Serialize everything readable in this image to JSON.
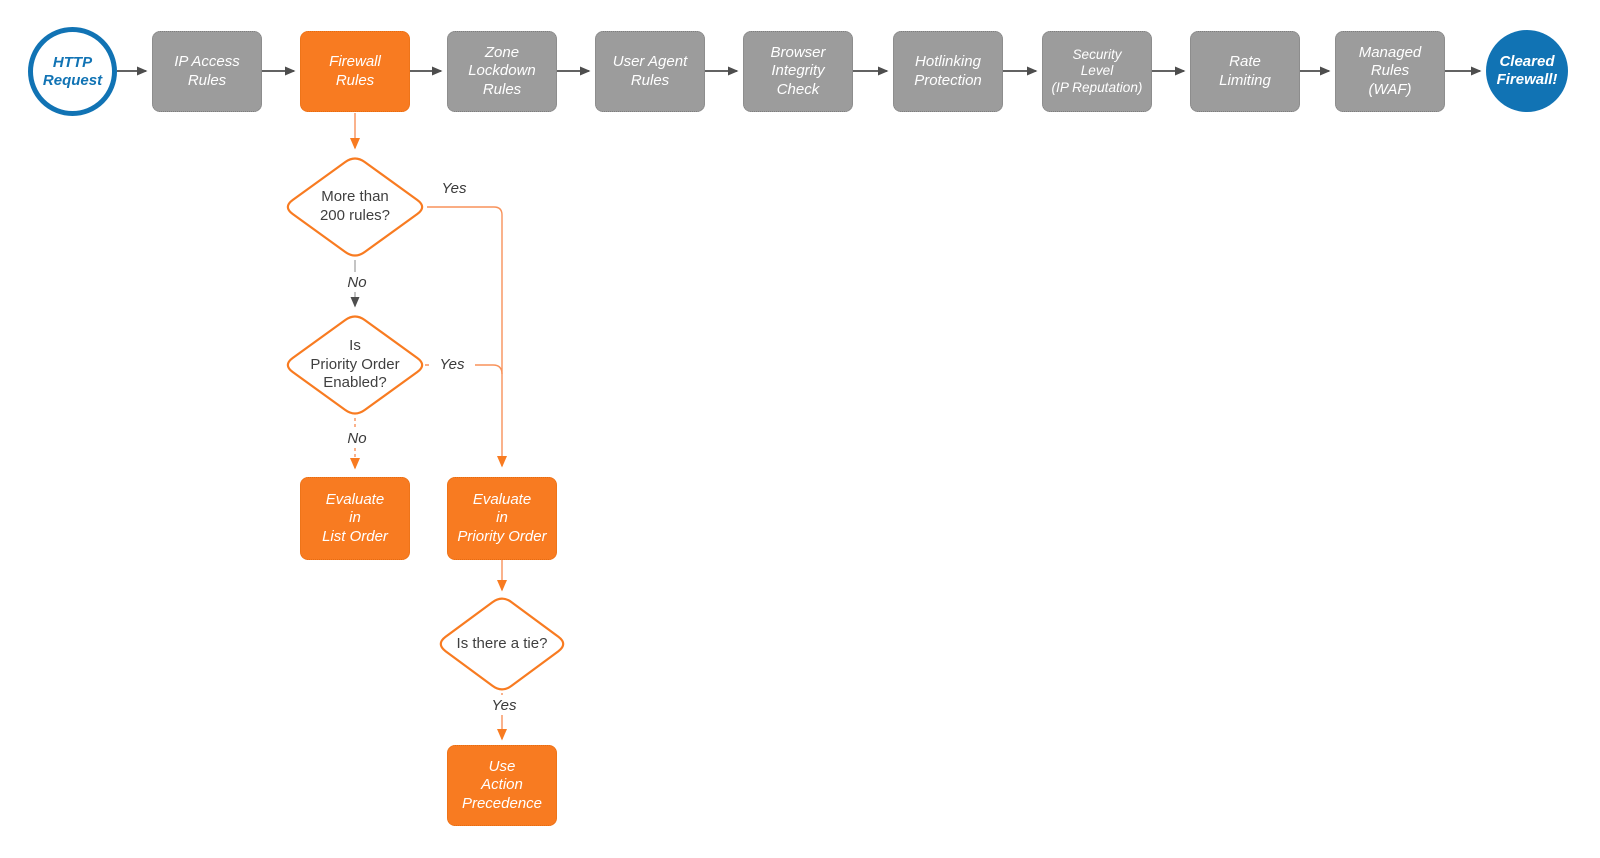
{
  "colors": {
    "accent_orange": "#F87B21",
    "accent_blue": "#1173B4",
    "box_gray": "#9C9C9C",
    "line_gray": "#4D4D4D"
  },
  "flow": {
    "start": "HTTP\nRequest",
    "steps": {
      "ip_access": "IP Access\nRules",
      "firewall": "Firewall\nRules",
      "zone_lockdown": "Zone\nLockdown\nRules",
      "user_agent": "User Agent\nRules",
      "browser_integrity": "Browser\nIntegrity\nCheck",
      "hotlinking": "Hotlinking\nProtection",
      "security_level": "Security\nLevel\n(IP Reputation)",
      "rate_limiting": "Rate\nLimiting",
      "managed_rules": "Managed\nRules\n(WAF)"
    },
    "end": "Cleared\nFirewall!"
  },
  "decisions": {
    "more_than_200": "More than\n200 rules?",
    "priority_enabled": "Is\nPriority Order\nEnabled?",
    "tie": "Is there a tie?"
  },
  "actions": {
    "list_order": "Evaluate\nin\nList Order",
    "priority_order": "Evaluate\nin\nPriority Order",
    "action_precedence": "Use\nAction\nPrecedence"
  },
  "edge_labels": {
    "yes1": "Yes",
    "no1": "No",
    "yes2": "Yes",
    "no2": "No",
    "yes3": "Yes"
  }
}
